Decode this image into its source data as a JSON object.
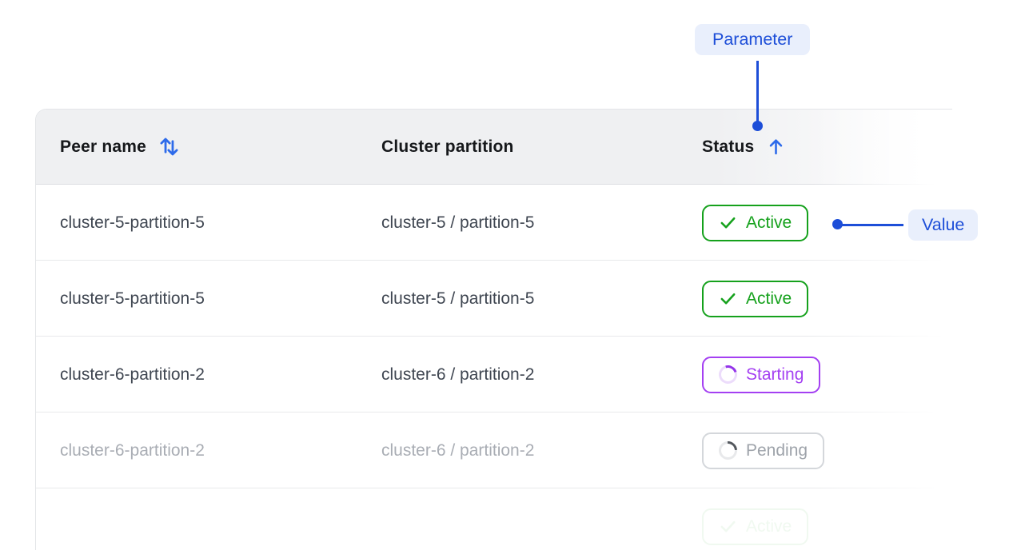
{
  "annotations": {
    "parameter": {
      "label": "Parameter"
    },
    "value": {
      "label": "Value"
    },
    "accent_color": "#1D4ED8",
    "pill_bg": "#E9EFFC"
  },
  "table": {
    "columns": [
      {
        "label": "Peer name",
        "sort_icon": "sort-both-arrows"
      },
      {
        "label": "Cluster partition",
        "sort_icon": null
      },
      {
        "label": "Status",
        "sort_icon": "sort-ascending-arrow"
      }
    ],
    "sort_icon_color": "#2E6BEA",
    "status_colors": {
      "active": "#15A11C",
      "starting": "#A440F2",
      "pending": "#9EA3AA"
    },
    "pending_border_color": "#D4D7DB",
    "rows": [
      {
        "peer": "cluster-5-partition-5",
        "partition": "cluster-5 / partition-5",
        "status": "Active",
        "state": "active",
        "faded": false,
        "ghost": false
      },
      {
        "peer": "cluster-5-partition-5",
        "partition": "cluster-5 / partition-5",
        "status": "Active",
        "state": "active",
        "faded": false,
        "ghost": false
      },
      {
        "peer": "cluster-6-partition-2",
        "partition": "cluster-6 / partition-2",
        "status": "Starting",
        "state": "starting",
        "faded": false,
        "ghost": false
      },
      {
        "peer": "cluster-6-partition-2",
        "partition": "cluster-6 / partition-2",
        "status": "Pending",
        "state": "pending",
        "faded": true,
        "ghost": false
      },
      {
        "peer": "",
        "partition": "",
        "status": "Active",
        "state": "active",
        "faded": false,
        "ghost": true
      }
    ]
  }
}
